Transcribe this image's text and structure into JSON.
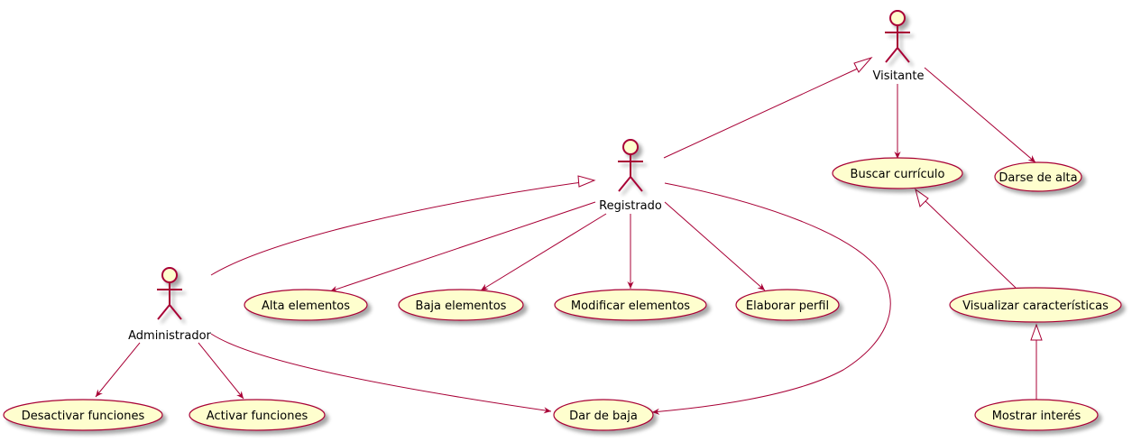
{
  "colors": {
    "line": "#A80036",
    "usecase_fill": "#FEFECE",
    "actor_fill": "#FEFECE",
    "text": "#000000"
  },
  "actors": {
    "visitante": "Visitante",
    "registrado": "Registrado",
    "administrador": "Administrador"
  },
  "usecases": {
    "buscar": "Buscar currículo",
    "darse_alta": "Darse de alta",
    "visualizar": "Visualizar características",
    "mostrar": "Mostrar interés",
    "alta_elementos": "Alta elementos",
    "baja_elementos": "Baja elementos",
    "modificar": "Modificar elementos",
    "elaborar": "Elaborar perfil",
    "desactivar": "Desactivar funciones",
    "activar": "Activar funciones",
    "dar_baja": "Dar de baja"
  }
}
